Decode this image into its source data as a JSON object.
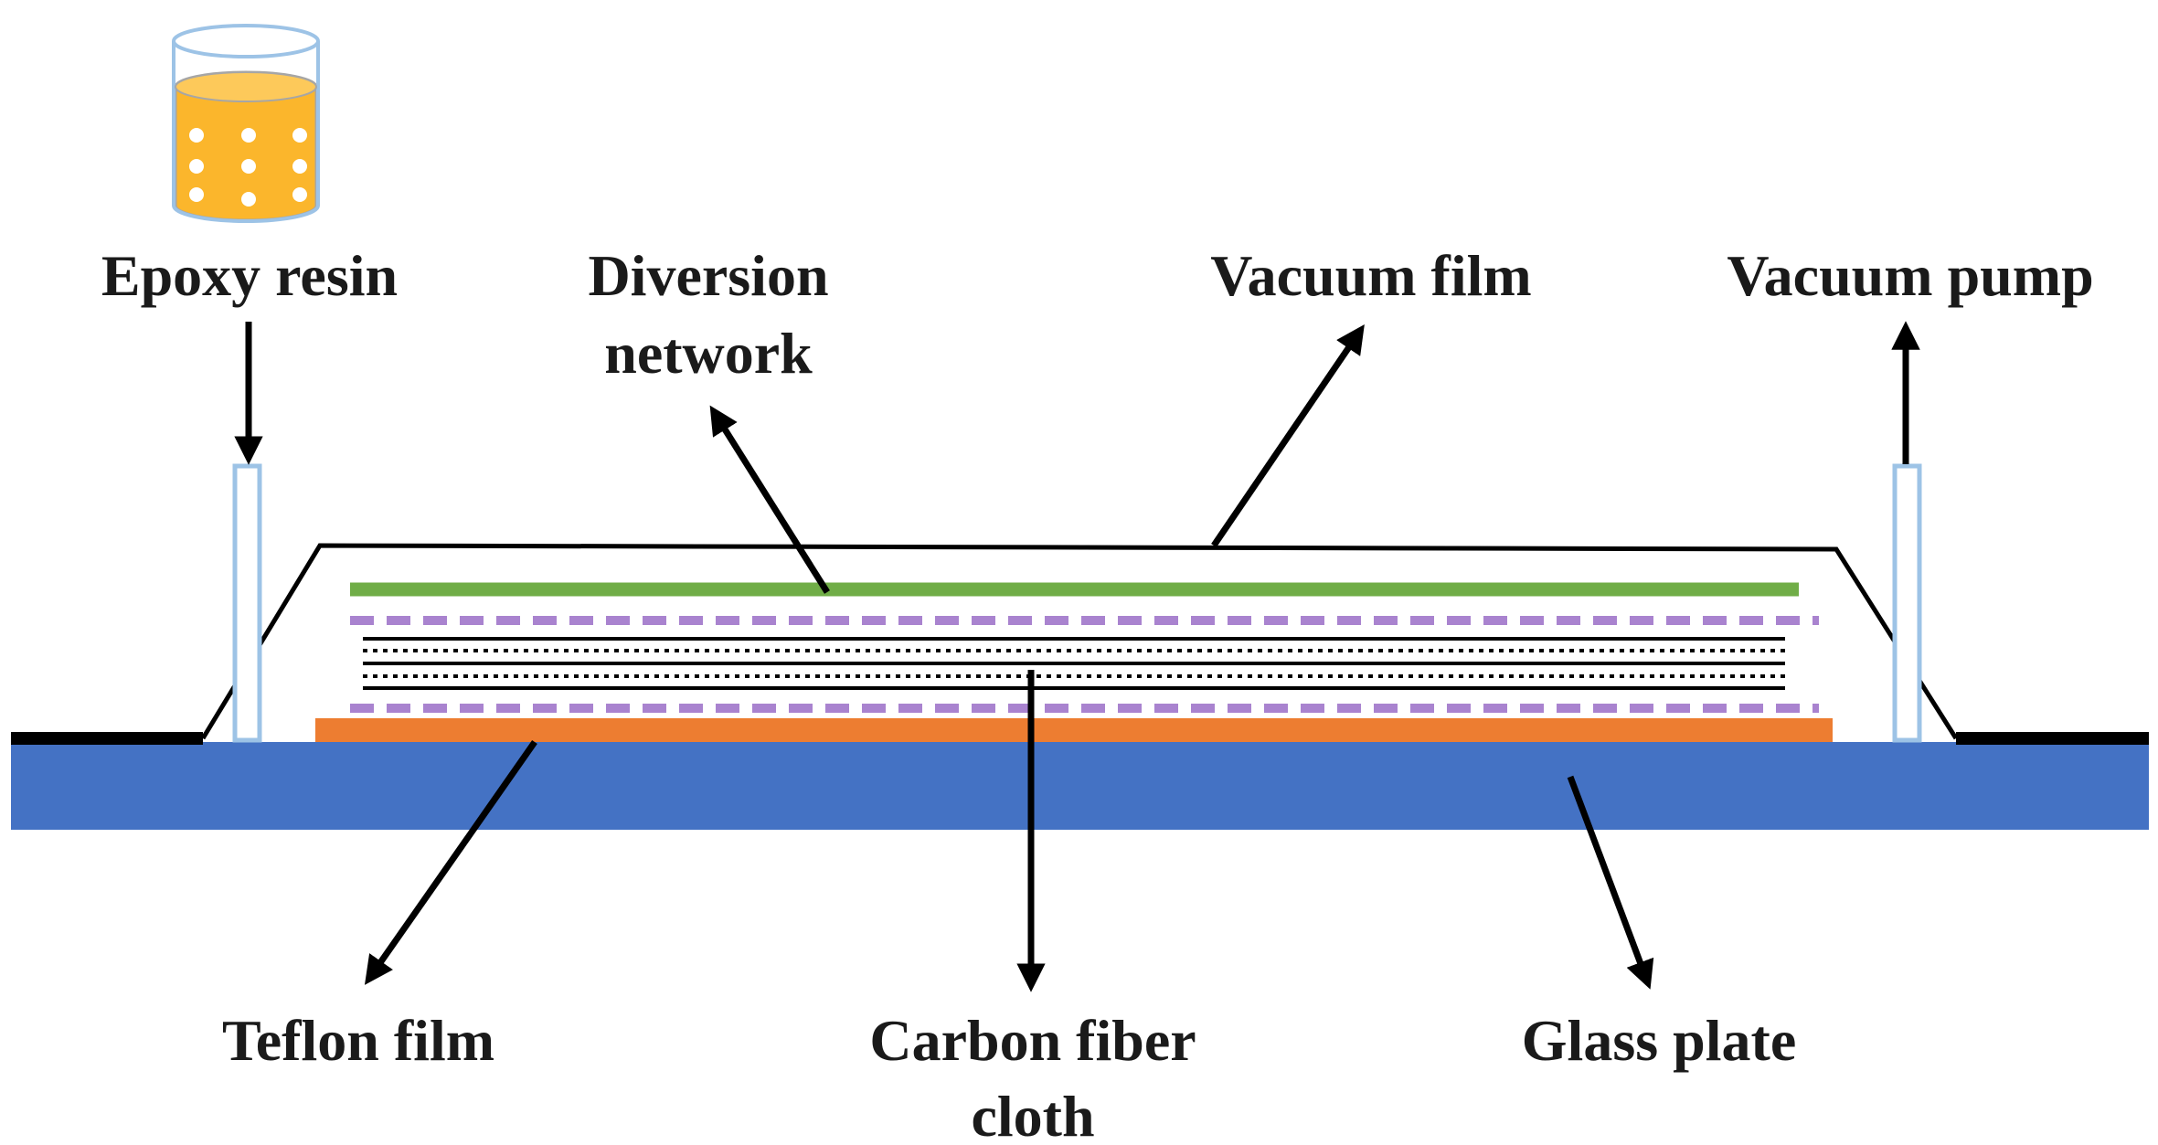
{
  "labels": {
    "epoxy_resin": "Epoxy resin",
    "diversion_network_line1": "Diversion",
    "diversion_network_line2": "network",
    "vacuum_film": "Vacuum film",
    "vacuum_pump": "Vacuum pump",
    "teflon_film": "Teflon film",
    "carbon_fiber_cloth_line1": "Carbon fiber",
    "carbon_fiber_cloth_line2": "cloth",
    "glass_plate": "Glass plate"
  },
  "colors": {
    "glass_plate": "#4472c4",
    "teflon_film": "#ed7d31",
    "diversion_network": "#70ad47",
    "release_layer": "#a983cf",
    "tube": "#9dc3e6",
    "resin": "#fbb62c",
    "arrow": "#000000"
  }
}
